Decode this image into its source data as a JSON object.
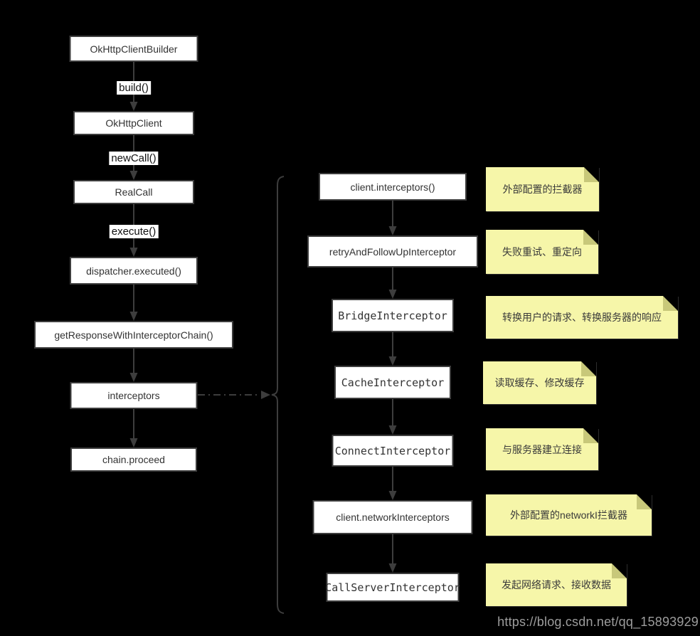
{
  "page": {
    "watermark": "https://blog.csdn.net/qq_15893929",
    "background": "#000000"
  },
  "flow": {
    "nodes": [
      {
        "label": "OkHttpClientBuilder"
      },
      {
        "label": "OkHttpClient"
      },
      {
        "label": "RealCall"
      },
      {
        "label": "dispatcher.executed()"
      },
      {
        "label": "getResponseWithInterceptorChain()"
      },
      {
        "label": "interceptors"
      },
      {
        "label": "chain.proceed"
      }
    ],
    "edge_labels": [
      "build()",
      "newCall()",
      "execute()"
    ]
  },
  "chain": {
    "nodes": [
      {
        "label": "client.interceptors()",
        "note": "外部配置的拦截器"
      },
      {
        "label": "retryAndFollowUpInterceptor",
        "note": "失败重试、重定向"
      },
      {
        "label": "BridgeInterceptor",
        "note": "转换用户的请求、转换服务器的响应"
      },
      {
        "label": "CacheInterceptor",
        "note": "读取缓存、修改缓存"
      },
      {
        "label": "ConnectInterceptor",
        "note": "与服务器建立连接"
      },
      {
        "label": "client.networkInterceptors",
        "note": "外部配置的networkI拦截器"
      },
      {
        "label": "CallServerInterceptor",
        "note": "发起网络请求、接收数据"
      }
    ]
  },
  "colors": {
    "node_fill": "#ffffff",
    "node_border": "#3d3d3d",
    "node_text": "#333333",
    "wire": "#3d3d3d",
    "note_fill": "#f6f6a9",
    "note_fold": "#c8c87a",
    "note_text": "#3a3a3a",
    "edge_label_bg": "#ffffff",
    "edge_label_text": "#111111",
    "watermark_text": "#9d9d9d"
  }
}
